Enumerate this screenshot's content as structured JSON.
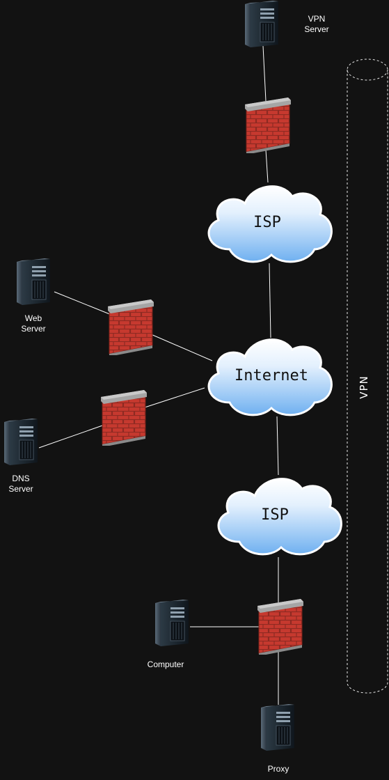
{
  "labels": {
    "vpn_server": [
      "VPN",
      "Server"
    ],
    "web_server": [
      "Web",
      "Server"
    ],
    "dns_server": [
      "DNS",
      "Server"
    ],
    "computer": "Computer",
    "proxy": "Proxy"
  },
  "clouds": {
    "isp_top": "ISP",
    "internet": "Internet",
    "isp_bottom": "ISP"
  },
  "vpn_tunnel": {
    "label": "VPN"
  },
  "colors": {
    "background": "#121212",
    "connector": "#ffffff",
    "firewall_brick": "#c0392b",
    "firewall_top": "#9e9e9e",
    "cloud_fill_top": "#ffffff",
    "cloud_fill_bottom": "#7cb8f2",
    "server_body": "#1f2a33"
  }
}
